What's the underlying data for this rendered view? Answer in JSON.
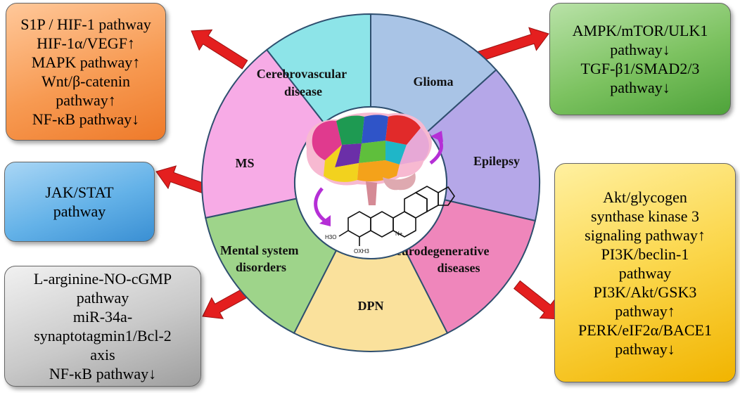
{
  "center": {
    "segments": [
      {
        "key": "cerebrovascular",
        "lines": [
          "Cerebrovascular",
          "disease"
        ],
        "color": "#8de4e8"
      },
      {
        "key": "glioma",
        "lines": [
          "Glioma"
        ],
        "color": "#a9c4e6"
      },
      {
        "key": "epilepsy",
        "lines": [
          "Epilepsy"
        ],
        "color": "#b5a7e8"
      },
      {
        "key": "neurodegenerative",
        "lines": [
          "Neurodegenerative",
          "diseases"
        ],
        "color": "#ef86bb"
      },
      {
        "key": "dpn",
        "lines": [
          "DPN"
        ],
        "color": "#fae19c"
      },
      {
        "key": "mental",
        "lines": [
          "Mental system",
          "disorders"
        ],
        "color": "#9ed48a"
      },
      {
        "key": "ms",
        "lines": [
          "MS"
        ],
        "color": "#f7abe6"
      }
    ],
    "chem_labels": {
      "h3o": "H3O",
      "oxh3": "OXH3",
      "n": "N+"
    }
  },
  "boxes": {
    "cerebrovascular": [
      "S1P / HIF-1 pathway",
      "HIF-1α/VEGF↑",
      "MAPK pathway↑",
      "Wnt/β-catenin",
      "pathway↑",
      "NF-κB pathway↓"
    ],
    "glioma": [
      "AMPK/mTOR/ULK1",
      "pathway↓",
      "TGF-β1/SMAD2/3",
      "pathway↓"
    ],
    "ms": [
      "JAK/STAT",
      "pathway"
    ],
    "neurodegenerative": [
      "Akt/glycogen",
      "synthase kinase 3",
      "signaling pathway↑",
      "PI3K/beclin-1",
      "pathway",
      "PI3K/Akt/GSK3",
      "pathway↑",
      "PERK/eIF2α/BACE1",
      "pathway↓"
    ],
    "mental": [
      "L-arginine-NO-cGMP",
      "pathway",
      "miR-34a-",
      "synaptotagmin1/Bcl-2",
      "axis",
      "NF-κB pathway↓"
    ]
  },
  "colors": {
    "arrow": "#e41f1f",
    "ring_stroke": "#2f4f6f",
    "purple_arrow": "#b52fd6"
  }
}
